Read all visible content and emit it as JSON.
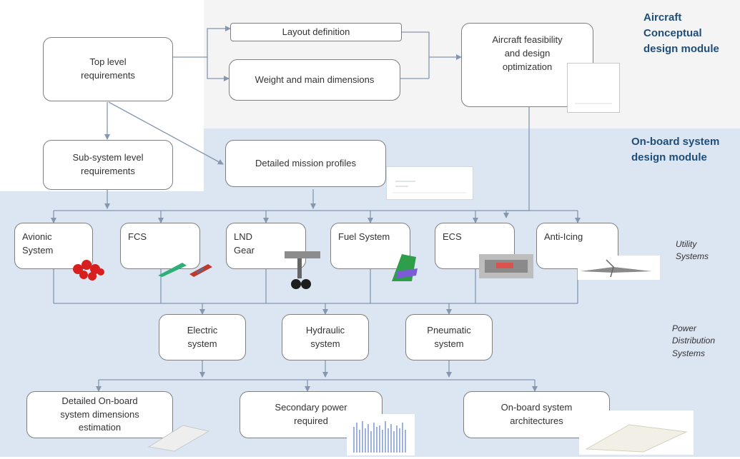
{
  "modules": {
    "conceptual": "Aircraft\nConceptual\ndesign module",
    "onboard": "On-board system\ndesign module"
  },
  "row_labels": {
    "utility": "Utility\nSystems",
    "power": "Power\nDistribution\nSystems"
  },
  "nodes": {
    "top_level": "Top level\nrequirements",
    "layout": "Layout definition",
    "weight": "Weight and main dimensions",
    "feasibility": "Aircraft feasibility\nand design\noptimization",
    "subsystem": "Sub-system level\nrequirements",
    "mission": "Detailed mission profiles",
    "avionic": "Avionic\nSystem",
    "fcs": "FCS",
    "lnd": "LND\nGear",
    "fuel": "Fuel System",
    "ecs": "ECS",
    "anti_icing": "Anti-Icing",
    "electric": "Electric\nsystem",
    "hydraulic": "Hydraulic\nsystem",
    "pneumatic": "Pneumatic\nsystem",
    "dimensions": "Detailed On-board\nsystem dimensions\nestimation",
    "secondary": "Secondary power\nrequired",
    "architectures": "On-board system\narchitectures"
  },
  "colors": {
    "module_title": "#1f4e79",
    "blue_region": "#dce6f2",
    "gray_region": "#f4f4f4",
    "connector": "#8496b0"
  }
}
